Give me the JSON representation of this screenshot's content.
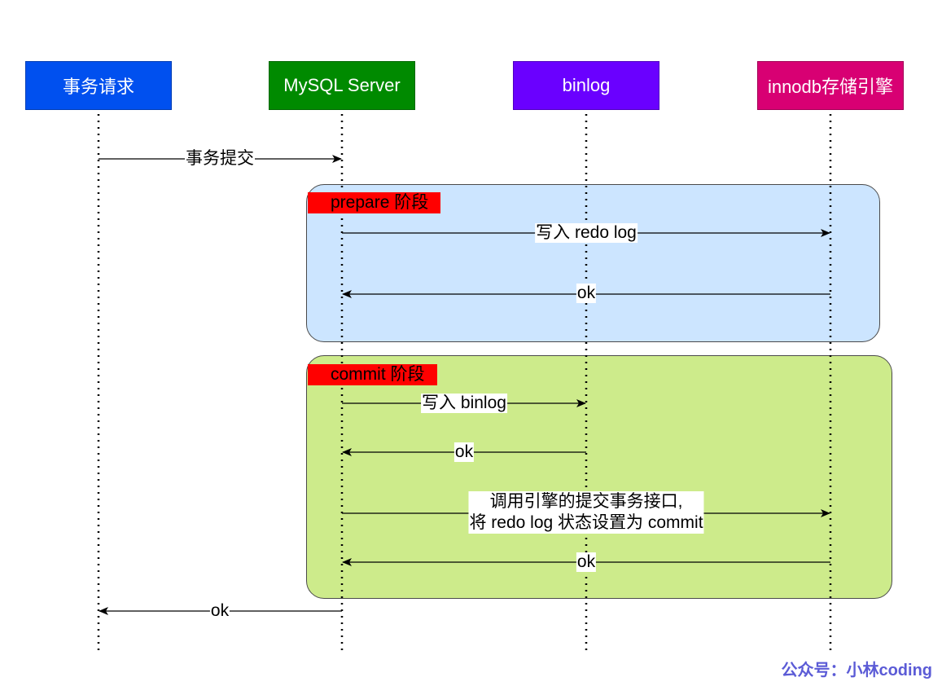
{
  "participants": [
    {
      "label": "事务请求",
      "color": "#0050ef"
    },
    {
      "label": "MySQL Server",
      "color": "#008a00"
    },
    {
      "label": "binlog",
      "color": "#6a00ff"
    },
    {
      "label": "innodb存储引擎",
      "color": "#d80073"
    }
  ],
  "phases": {
    "prepare": {
      "label": "prepare 阶段",
      "fill": "#cce5ff"
    },
    "commit": {
      "label": "commit 阶段",
      "fill": "#cdeb8b"
    }
  },
  "messages": [
    {
      "label": "事务提交",
      "from": 0,
      "to": 1
    },
    {
      "label": "写入 redo log",
      "from": 1,
      "to": 3
    },
    {
      "label": "ok",
      "from": 3,
      "to": 1
    },
    {
      "label": "写入 binlog",
      "from": 1,
      "to": 2
    },
    {
      "label": "ok",
      "from": 2,
      "to": 1
    },
    {
      "label_line1": "调用引擎的提交事务接口,",
      "label_line2": "将 redo log 状态设置为 commit",
      "from": 1,
      "to": 3
    },
    {
      "label": "ok",
      "from": 3,
      "to": 1
    },
    {
      "label": "ok",
      "from": 1,
      "to": 0
    }
  ],
  "watermark": "公众号：小林coding"
}
